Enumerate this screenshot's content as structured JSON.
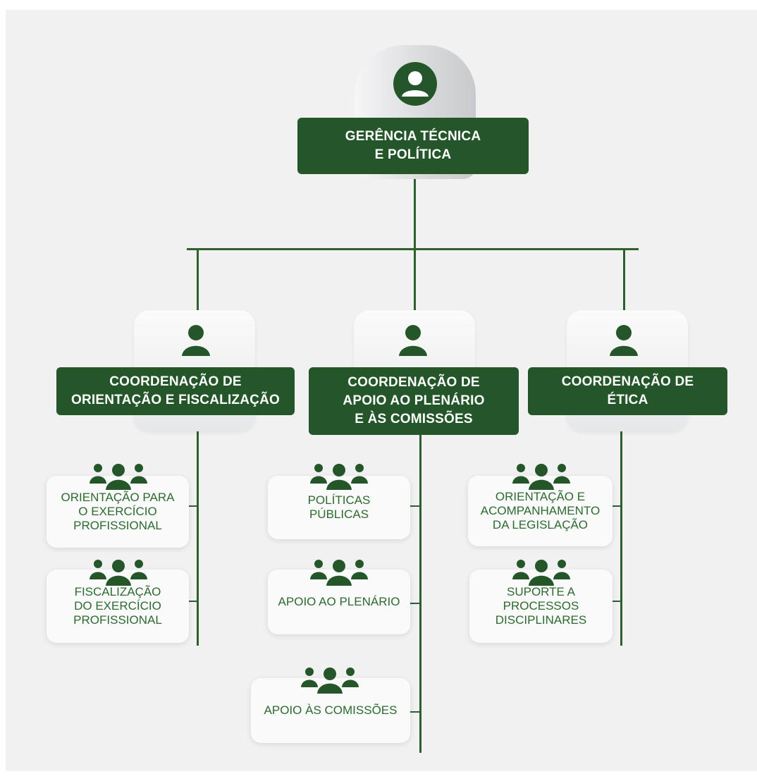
{
  "colors": {
    "primary": "#24562a",
    "line": "#2d5f2f",
    "text_green": "#2d6a30",
    "background": "#f1f1f2"
  },
  "top": {
    "label": "GERÊNCIA TÉCNICA\nE POLÍTICA",
    "icon": "person-circle-icon"
  },
  "coordinations": [
    {
      "label": "COORDENAÇÃO DE\nORIENTAÇÃO E FISCALIZAÇÃO",
      "icon": "person-icon",
      "teams": [
        {
          "label": "ORIENTAÇÃO PARA\nO EXERCÍCIO\nPROFISSIONAL",
          "icon": "group-icon"
        },
        {
          "label": "FISCALIZAÇÃO\nDO EXERCÍCIO\nPROFISSIONAL",
          "icon": "group-icon"
        }
      ]
    },
    {
      "label": "COORDENAÇÃO DE\nAPOIO AO PLENÁRIO\nE ÀS COMISSÕES",
      "icon": "person-icon",
      "teams": [
        {
          "label": "POLÍTICAS\nPÚBLICAS",
          "icon": "group-icon"
        },
        {
          "label": "APOIO AO PLENÁRIO",
          "icon": "group-icon"
        },
        {
          "label": "APOIO ÀS COMISSÕES",
          "icon": "group-icon"
        }
      ]
    },
    {
      "label": "COORDENAÇÃO DE\nÉTICA",
      "icon": "person-icon",
      "teams": [
        {
          "label": "ORIENTAÇÃO E\nACOMPANHAMENTO\nDA LEGISLAÇÃO",
          "icon": "group-icon"
        },
        {
          "label": "SUPORTE A\nPROCESSOS\nDISCIPLINARES",
          "icon": "group-icon"
        }
      ]
    }
  ]
}
